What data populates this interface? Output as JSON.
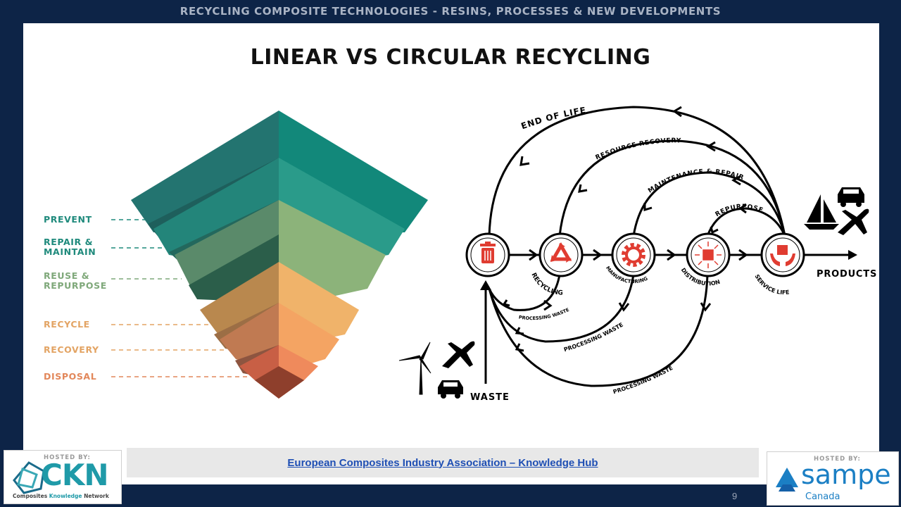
{
  "banner": "RECYCLING COMPOSITE TECHNOLOGIES - RESINS, PROCESSES & NEW DEVELOPMENTS",
  "title": "LINEAR VS CIRCULAR RECYCLING",
  "pyramid": {
    "labels": [
      {
        "lines": [
          "PREVENT"
        ],
        "color": "#1f8a7c"
      },
      {
        "lines": [
          "REPAIR &",
          "MAINTAIN"
        ],
        "color": "#1f8a7c"
      },
      {
        "lines": [
          "REUSE &",
          "REPURPOSE"
        ],
        "color": "#7fa87a"
      },
      {
        "lines": [
          "RECYCLE"
        ],
        "color": "#e3a464"
      },
      {
        "lines": [
          "RECOVERY"
        ],
        "color": "#e3a464"
      },
      {
        "lines": [
          "DISPOSAL"
        ],
        "color": "#e2875a"
      }
    ]
  },
  "circular": {
    "nodes": [
      "RECYCLING",
      "MANUFACTURING",
      "DISTRIBUTION",
      "SERVICE LIFE"
    ],
    "loops": [
      "END OF LIFE",
      "RESOURCE RECOVERY",
      "MAINTENANCE & REPAIR",
      "REPURPOSE"
    ],
    "waste_loops": [
      "PROCESSING WASTE",
      "PROCESSING WASTE",
      "PROCESSING WASTE"
    ],
    "waste_label": "WASTE",
    "products_label": "PRODUCTS",
    "accent": "#e03c31"
  },
  "footer": {
    "link": "European Composites Industry Association – Knowledge Hub",
    "hosted_by": "HOSTED BY:",
    "ckn_name": "CKN",
    "ckn_tagline_a": "Composites ",
    "ckn_tagline_b": "Knowledge",
    "ckn_tagline_c": " Network",
    "sampe_name": "sampe",
    "sampe_sub": "Canada",
    "page_number": "9"
  }
}
